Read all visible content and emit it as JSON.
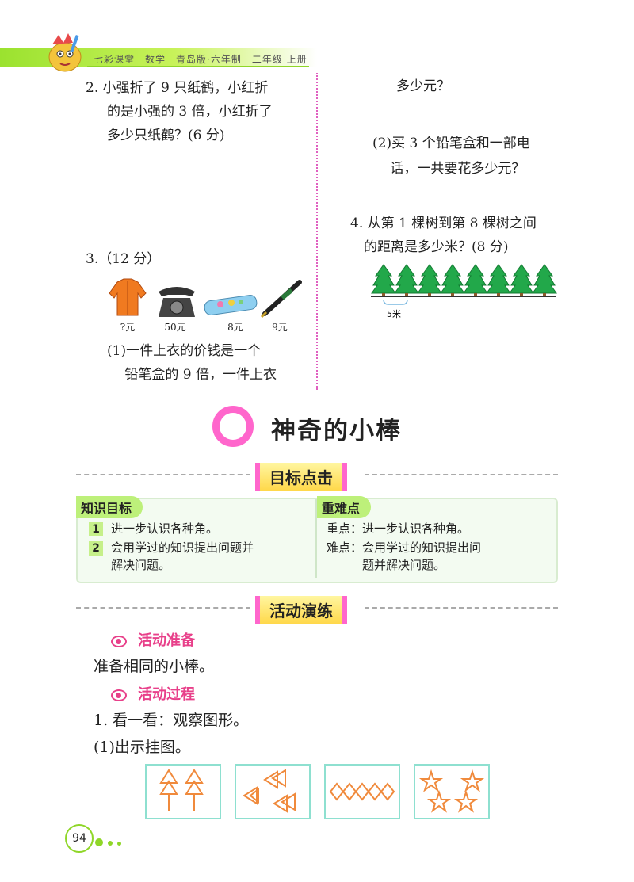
{
  "header": {
    "text": "七彩课堂　数学　青岛版·六年制　二年级 上册"
  },
  "q2": {
    "lines": [
      "2. 小强折了 9 只纸鹤，小红折",
      "的是小强的 3 倍，小红折了",
      "多少只纸鹤？(6 分)"
    ]
  },
  "q3": {
    "head": "3.（12 分）",
    "prices": [
      "?元",
      "50元",
      "8元",
      "9元"
    ],
    "sub1_lines": [
      "(1)一件上衣的价钱是一个",
      "　 铅笔盒的 9 倍，一件上衣"
    ]
  },
  "right": {
    "cont1": "多少元？",
    "sub2_lines": [
      "(2)买 3 个铅笔盒和一部电",
      "　 话，一共要花多少元？"
    ],
    "q4_lines": [
      "4. 从第 1 棵树到第 8 棵树之间",
      "　的距离是多少米？(8 分)"
    ],
    "tree_label": "5米"
  },
  "title": "神奇的小棒",
  "sections": {
    "goals": "目标点击",
    "practice": "活动演练"
  },
  "objectives": {
    "knowledge_label": "知识目标",
    "items": [
      {
        "num": "1",
        "text": "进一步认识各种角。"
      },
      {
        "num": "2",
        "text": "会用学过的知识提出问题并"
      }
    ],
    "item2_cont": "解决问题。",
    "key_label": "重难点",
    "key_lines": [
      "重点：进一步认识各种角。",
      "难点：会用学过的知识提出问",
      "　　　题并解决问题。"
    ]
  },
  "activity": {
    "prep_title": "活动准备",
    "prep_text": "准备相同的小棒。",
    "process_title": "活动过程",
    "step1": "1. 看一看：观察图形。",
    "step1_sub": "(1)出示挂图。"
  },
  "page_number": "94",
  "colors": {
    "green": "#8fd628",
    "pink": "#ff66cc",
    "orange": "#f08a3c"
  }
}
